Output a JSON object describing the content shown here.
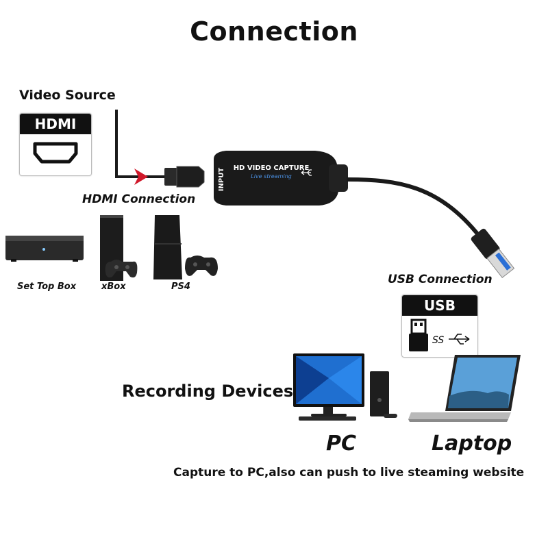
{
  "title": "Connection",
  "video_source_label": "Video Source",
  "hdmi_badge_text": "HDMI",
  "hdmi_connection_label": "HDMI Connection",
  "device": {
    "port_label": "INPUT",
    "name": "HD VIDEO CAPTURE",
    "subtitle": "Live streaming"
  },
  "sources": [
    {
      "label": "Set Top Box"
    },
    {
      "label": "xBox"
    },
    {
      "label": "PS4"
    }
  ],
  "usb_connection_label": "USB Connection",
  "usb_badge_text": "USB",
  "usb_ss_text": "SS",
  "recording_devices_label": "Recording Devices",
  "targets": [
    {
      "label": "PC"
    },
    {
      "label": "Laptop"
    }
  ],
  "caption": "Capture to PC,also can push to live steaming website",
  "colors": {
    "accent_red": "#d0182a",
    "usb_blue": "#2a6fd6",
    "device_black": "#1a1a1a"
  }
}
